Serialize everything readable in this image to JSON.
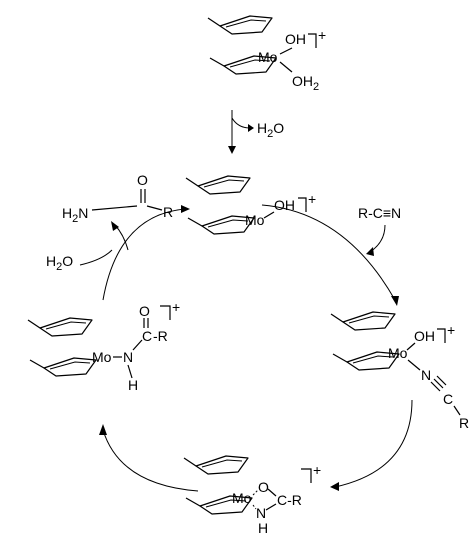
{
  "mo": "Mo",
  "charge": "+",
  "oh": "OH",
  "oh2": "OH",
  "oh2_sub": "2",
  "h2o": "H",
  "h2o_sub": "2",
  "h2o_o": "O",
  "amide_h2n": "H",
  "amide_h2n_sub": "2",
  "amide_n": "N",
  "o_atom": "O",
  "c_atom": "C",
  "n_atom": "N",
  "h_atom": "H",
  "r_group": "R",
  "nitrile": "R-C≡N",
  "c_r": "C-R",
  "cr_dash": "-R"
}
